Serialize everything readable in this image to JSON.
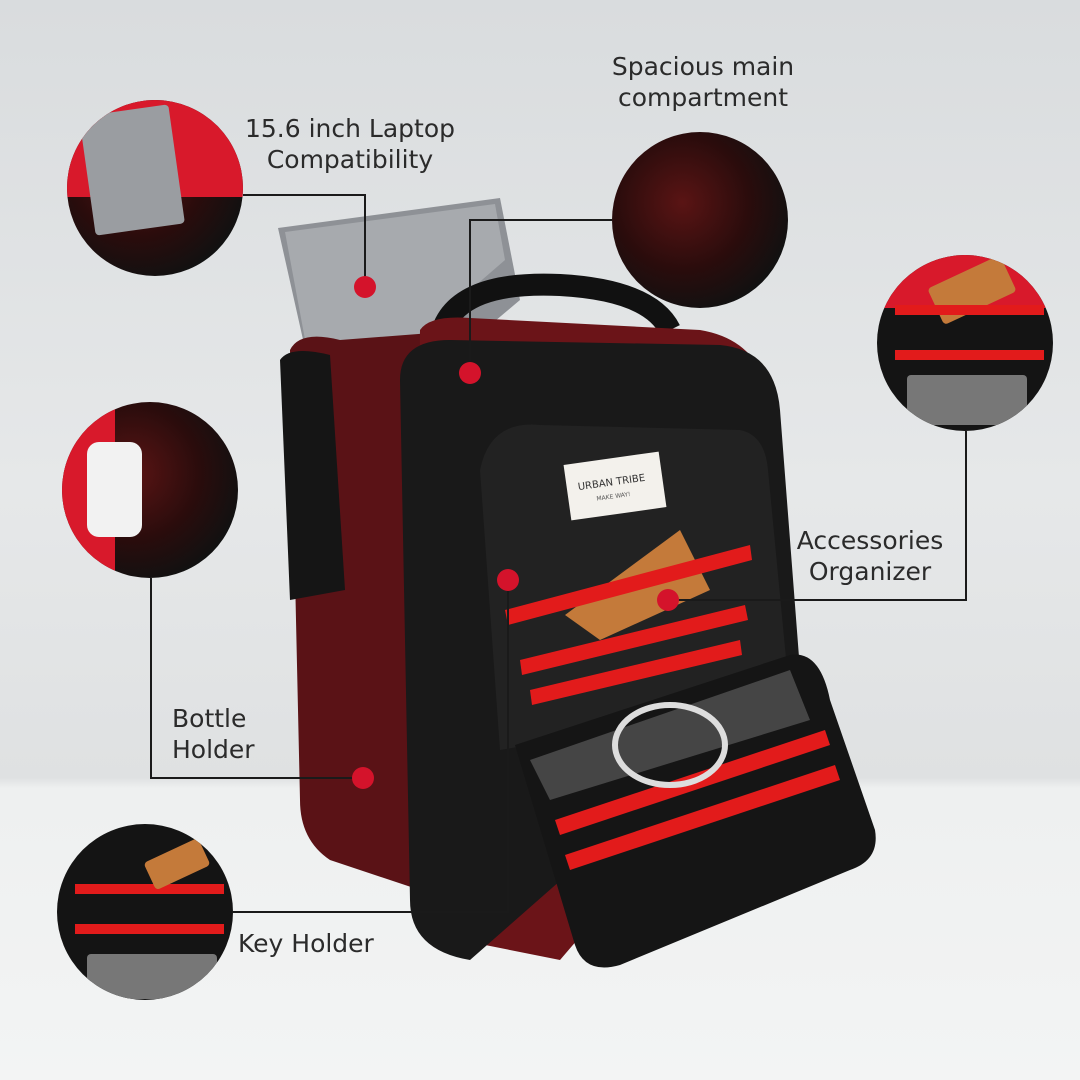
{
  "callouts": {
    "laptop": "15.6 inch Laptop\nCompatibility",
    "laptop_line1": "15.6 inch Laptop",
    "laptop_line2": "Compatibility",
    "main_line1": "Spacious main",
    "main_line2": "compartment",
    "organizer_line1": "Accessories",
    "organizer_line2": "Organizer",
    "bottle_line1": "Bottle",
    "bottle_line2": "Holder",
    "key": "Key Holder"
  },
  "brand_tag": {
    "name": "URBAN TRIBE",
    "slogan": "MAKE WAY!"
  },
  "colors": {
    "accent": "#d4132b",
    "bag_red": "#6b1418",
    "bag_black": "#141414"
  }
}
